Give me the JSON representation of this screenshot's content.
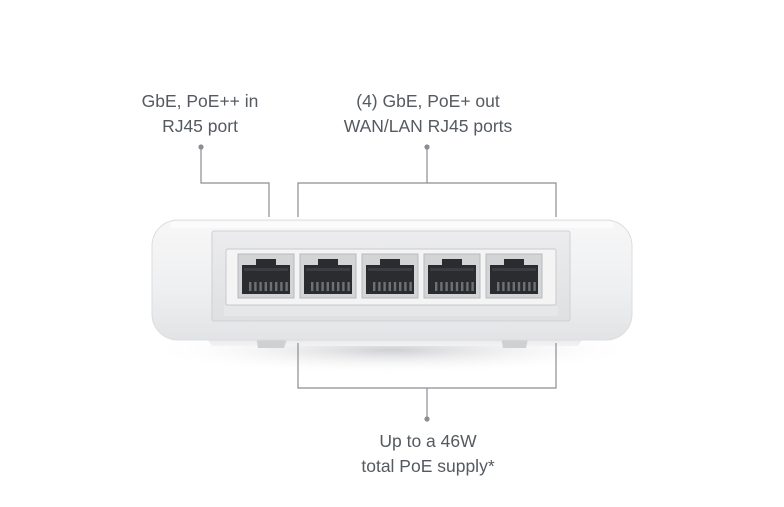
{
  "callouts": {
    "poe_in": {
      "line1": "GbE, PoE++ in",
      "line2": "RJ45 port"
    },
    "poe_out": {
      "line1": "(4) GbE, PoE+ out",
      "line2": "WAN/LAN RJ45 ports"
    },
    "supply": {
      "line1": "Up to a 46W",
      "line2": "total PoE supply*"
    }
  },
  "device": {
    "port_count": 5
  },
  "colors": {
    "leader_line": "#8a8e93",
    "text": "#555a60",
    "housing": "#f2f2f3",
    "port": "#2a2c2f"
  }
}
